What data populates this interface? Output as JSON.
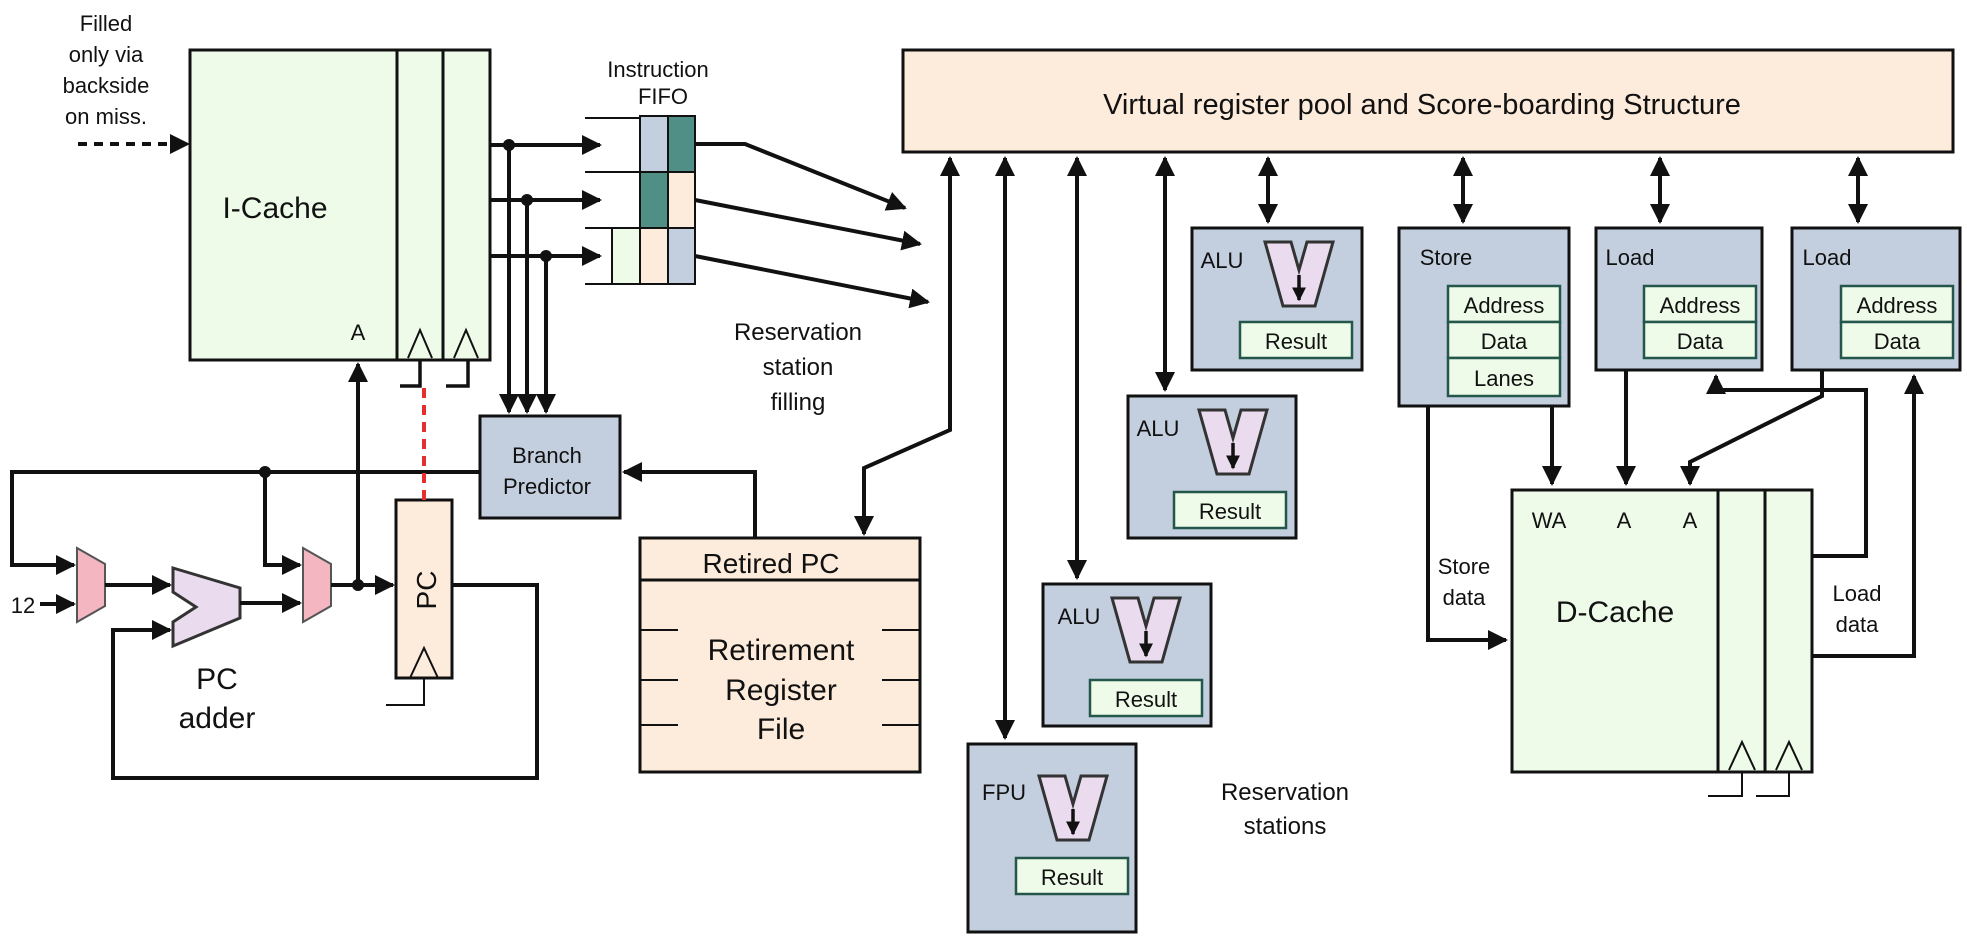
{
  "notes": {
    "filled_only": "Filled only via backside on miss."
  },
  "icache": {
    "label": "I-Cache",
    "addr_port": "A"
  },
  "fifo": {
    "title": "Instruction FIFO"
  },
  "vrp": {
    "label": "Virtual register pool and Score-boarding Structure"
  },
  "branch_predictor": {
    "line1": "Branch",
    "line2": "Predictor"
  },
  "pc": {
    "label": "PC"
  },
  "pc_adder": {
    "line1": "PC",
    "line2": "adder"
  },
  "const_input": "12",
  "retired": {
    "pc_label": "Retired PC",
    "rf_line1": "Retirement",
    "rf_line2": "Register",
    "rf_line3": "File"
  },
  "rs_filling": {
    "line1": "Reservation",
    "line2": "station",
    "line3": "filling"
  },
  "rs_label": {
    "line1": "Reservation",
    "line2": "stations"
  },
  "units": {
    "alu": "ALU",
    "fpu": "FPU",
    "result": "Result"
  },
  "store": {
    "label": "Store",
    "address": "Address",
    "data": "Data",
    "lanes": "Lanes"
  },
  "load": {
    "label": "Load",
    "address": "Address",
    "data": "Data"
  },
  "dcache": {
    "label": "D-Cache",
    "wa": "WA",
    "a": "A"
  },
  "signals": {
    "store_data_1": "Store",
    "store_data_2": "data",
    "load_data_1": "Load",
    "load_data_2": "data"
  },
  "colors": {
    "cache_fill": "#eefbe9",
    "register_fill": "#fdebdb",
    "station_fill": "#c3cfde",
    "alu_fill": "#eadbee",
    "mux_fill": "#f4b7c1",
    "fifo_teal": "#4f8f86",
    "select_line": "#e53030"
  }
}
